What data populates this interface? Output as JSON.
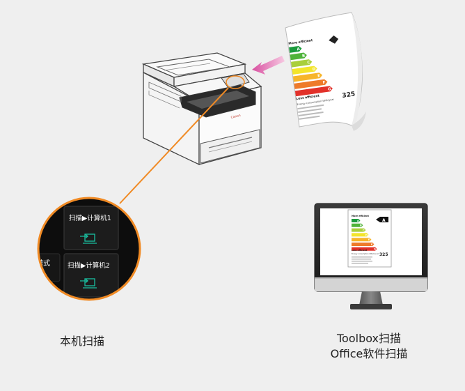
{
  "captions": {
    "local_scan": "本机扫描",
    "toolbox_line1": "Toolbox扫描",
    "toolbox_line2": "Office软件扫描"
  },
  "panel": {
    "button1_label": "扫描▶计算机1",
    "button2_label": "扫描▶计算机2",
    "partial_label": "模式",
    "button_icon": "computer-arrow-icon"
  },
  "energy_label_paper": {
    "top_text": "More efficient",
    "bottom_text": "Less efficient",
    "consumption_text": "Energy consumption kWh/year",
    "grades": [
      "A",
      "B",
      "C",
      "D",
      "E",
      "F",
      "G"
    ],
    "value": "325"
  },
  "energy_label_screen": {
    "top_text": "More efficient",
    "bottom_text": "Less efficient",
    "consumption_text": "Energy consumption kWh/annum",
    "grades": [
      "A",
      "B",
      "C",
      "D",
      "E",
      "F",
      "G"
    ],
    "badge": "A",
    "value": "325"
  },
  "printer_brand": "Canon",
  "colors": {
    "accent_orange": "#f08a24",
    "arrow_pink": "#e86ab0",
    "panel_green": "#19c0a0",
    "grade_colors": [
      "#1a9a3c",
      "#4fb33a",
      "#a9cf3b",
      "#f3e52b",
      "#f7b52a",
      "#ee7a2a",
      "#e2312a"
    ]
  }
}
